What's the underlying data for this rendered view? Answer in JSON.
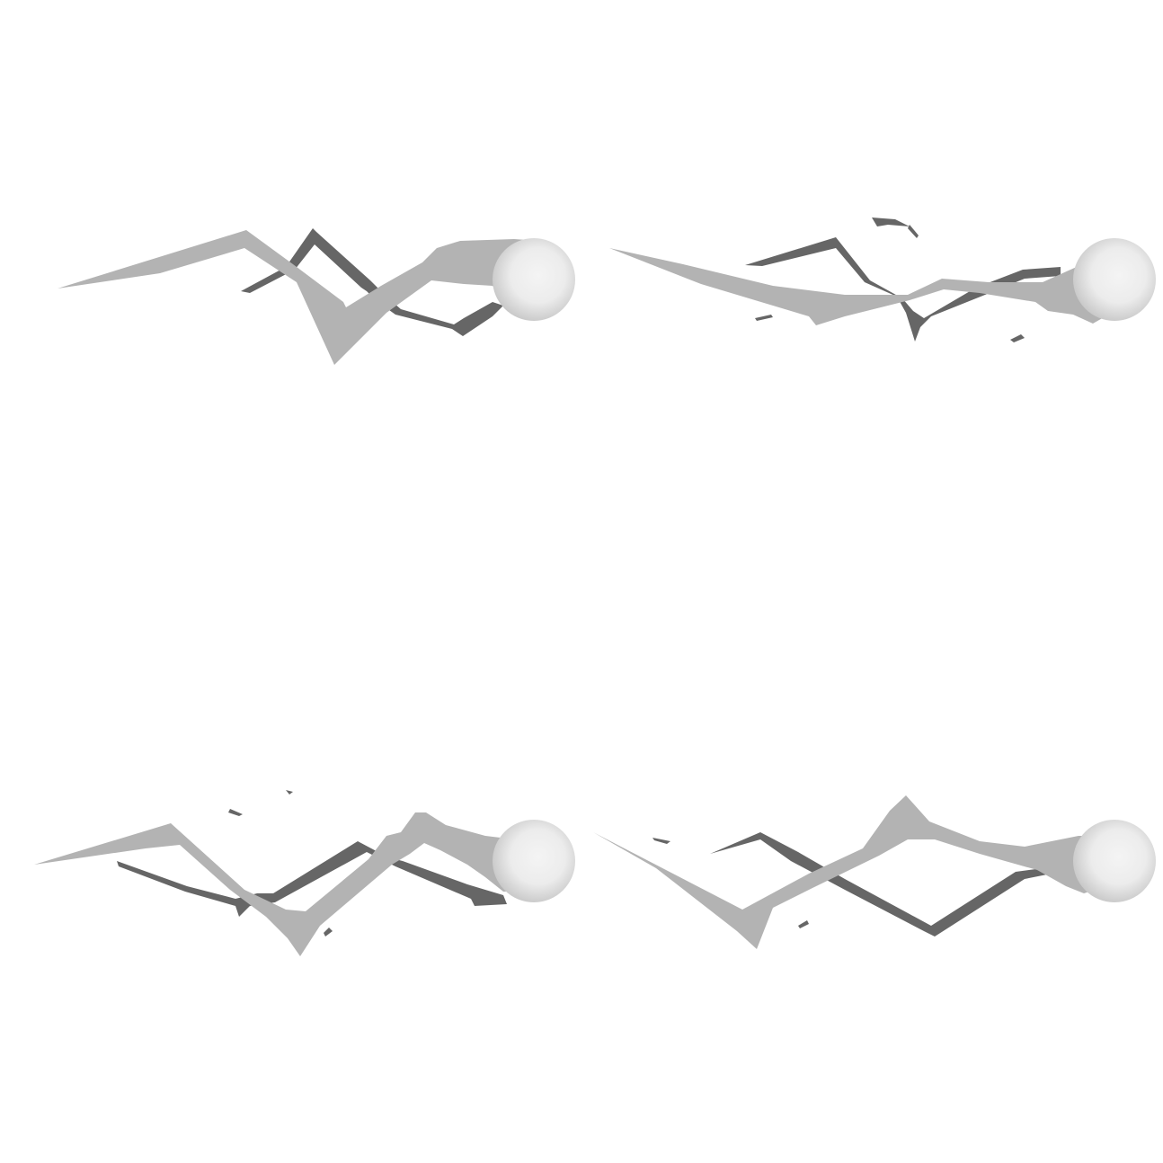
{
  "colors": {
    "background": "#ffffff",
    "light_ribbon": "#b3b3b3",
    "dark_ribbon": "#666666",
    "sphere_highlight": "#f4f4f4",
    "sphere_shadow": "#c4c4c4"
  },
  "panels": [
    {
      "name": "panel-top-left",
      "icon": "sphere-icon"
    },
    {
      "name": "panel-top-right",
      "icon": "sphere-icon"
    },
    {
      "name": "panel-bottom-left",
      "icon": "sphere-icon"
    },
    {
      "name": "panel-bottom-right",
      "icon": "sphere-icon"
    }
  ]
}
